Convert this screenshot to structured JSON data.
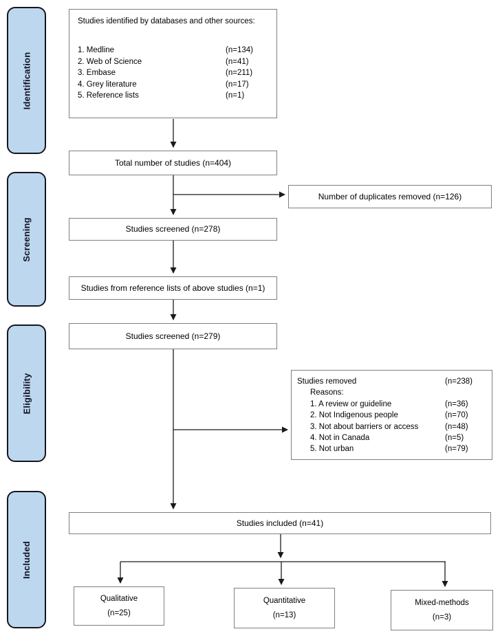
{
  "palette": {
    "stage_fill": "#bdd7ee",
    "stage_border": "#15151f",
    "box_border": "#7f7f7f",
    "box_fill": "#ffffff",
    "arrow": "#1a1a1a",
    "text": "#000000",
    "background": "#ffffff"
  },
  "stages": [
    {
      "label": "Identification"
    },
    {
      "label": "Screening"
    },
    {
      "label": "Eligibility"
    },
    {
      "label": "Included"
    }
  ],
  "flow": {
    "sources": {
      "title": "Studies identified by databases and other sources:",
      "items": [
        {
          "label": "1. Medline",
          "n": "(n=134)"
        },
        {
          "label": "2. Web of Science",
          "n": "(n=41)"
        },
        {
          "label": "3. Embase",
          "n": "(n=211)"
        },
        {
          "label": "4. Grey literature",
          "n": "(n=17)"
        },
        {
          "label": "5. Reference lists",
          "n": "(n=1)"
        }
      ]
    },
    "total": {
      "label": "Total number of studies (n=404)"
    },
    "duplicates": {
      "label": "Number of duplicates removed (n=126)"
    },
    "screened_first": {
      "label": "Studies screened (n=278)"
    },
    "reference_lists": {
      "label": "Studies from reference lists of above studies (n=1)"
    },
    "screened_second": {
      "label": "Studies screened (n=279)"
    },
    "removed": {
      "title": "Studies removed",
      "n": "(n=238)",
      "reasons_label": "Reasons:",
      "items": [
        {
          "label": "1. A review or guideline",
          "n": "(n=36)"
        },
        {
          "label": "2. Not Indigenous people",
          "n": "(n=70)"
        },
        {
          "label": "3. Not about barriers or access",
          "n": "(n=48)"
        },
        {
          "label": "4. Not in Canada",
          "n": "(n=5)"
        },
        {
          "label": "5. Not urban",
          "n": "(n=79)"
        }
      ]
    },
    "included": {
      "label": "Studies included (n=41)"
    },
    "qualitative": {
      "label": "Qualitative",
      "n": "(n=25)"
    },
    "quantitative": {
      "label": "Quantitative",
      "n": "(n=13)"
    },
    "mixed_methods": {
      "label": "Mixed-methods",
      "n": "(n=3)"
    }
  }
}
